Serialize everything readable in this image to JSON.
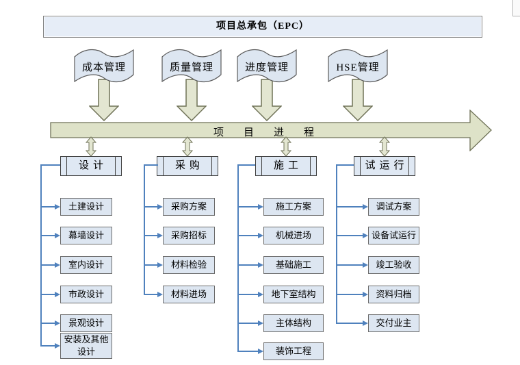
{
  "banner": {
    "label": "项目总承包（EPC）"
  },
  "flags": [
    {
      "label": "成本管理"
    },
    {
      "label": "质量管理"
    },
    {
      "label": "进度管理"
    },
    {
      "label": "HSE管理"
    }
  ],
  "timeline": {
    "label": "项目进程"
  },
  "phases": [
    {
      "label": "设计",
      "items": [
        "土建设计",
        "幕墙设计",
        "室内设计",
        "市政设计",
        "景观设计",
        "安装及其他设计"
      ]
    },
    {
      "label": "采购",
      "items": [
        "采购方案",
        "采购招标",
        "材料检验",
        "材料进场"
      ]
    },
    {
      "label": "施工",
      "items": [
        "施工方案",
        "机械进场",
        "基础施工",
        "地下室结构",
        "主体结构",
        "装饰工程"
      ]
    },
    {
      "label": "试运行",
      "items": [
        "调试方案",
        "设备试运行",
        "竣工验收",
        "资料归档",
        "交付业主"
      ]
    }
  ],
  "colors": {
    "node_fill": "#dde6f1",
    "node_border": "#6b6b6b",
    "olive_fill": "#e3e6d1",
    "olive_border": "#6f7257",
    "timeline_fill": "#dee2c8",
    "connector_blue": "#4f81bd",
    "text": "#000000"
  }
}
